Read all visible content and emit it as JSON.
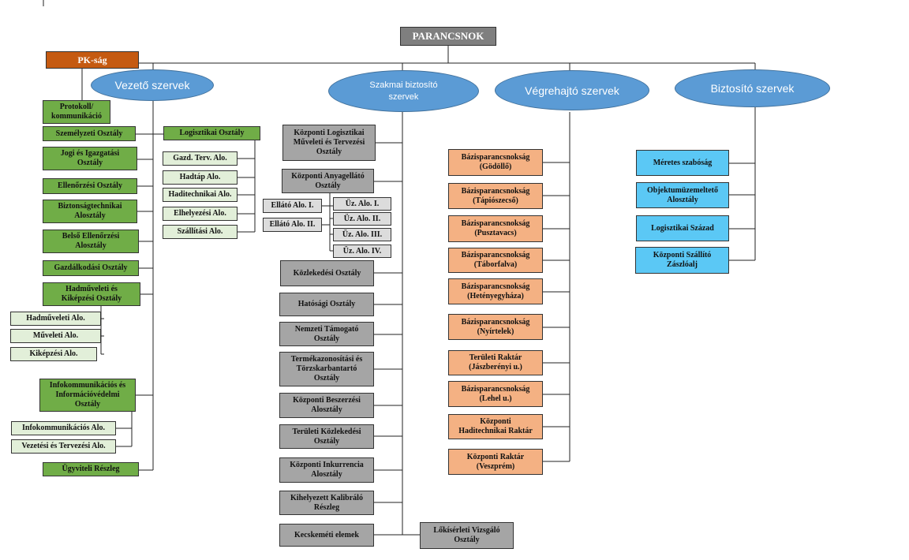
{
  "top": {
    "commander": "PARANCSNOK",
    "pk": "PK-ság"
  },
  "groups": {
    "vezeto": "Vezető szervek",
    "szakmai": "Szakmai biztosító\nszervek",
    "vegrehajto": "Végrehajtó szervek",
    "biztosito": "Biztosító szervek"
  },
  "vezeto": {
    "protokoll": "Protokoll/\nkommunikáció",
    "szemelyzeti": "Személyzeti Osztály",
    "jogi": "Jogi és Igazgatási\nOsztály",
    "ellenorzesi": "Ellenőrzési Osztály",
    "biztonsag": "Biztonságtechnikai\nAlosztály",
    "belso": "Belső Ellenőrzési\nAlosztály",
    "gazdalkodasi": "Gazdálkodási Osztály",
    "hadmuveleti": "Hadműveleti és\nKiképzési Osztály",
    "hadmuveleti_alo": "Hadműveleti Alo.",
    "muveleti_alo": "Műveleti Alo.",
    "kikepzesi_alo": "Kiképzési Alo.",
    "infokom": "Infokommunikációs és\nInformációvédelmi\nOsztály",
    "infokom_alo": "Infokommunikációs Alo.",
    "vezetesi_alo": "Vezetési és Tervezési Alo.",
    "ugyviteli": "Ügyviteli Részleg",
    "logisztikai": "Logisztikai Osztály",
    "gazd_terv": "Gazd. Terv. Alo.",
    "hadtap": "Hadtáp Alo.",
    "haditechnikai": "Haditechnikai Alo.",
    "elhelyezesi": "Elhelyezési Alo.",
    "szallitasi": "Szállítási Alo."
  },
  "szakmai": {
    "kozp_log": "Központi Logisztikai\nMűveleti és Tervezési\nOsztály",
    "kozp_anyag": "Központi Anyagellátó\nOsztály",
    "ellato1": "Ellátó Alo. I.",
    "ellato2": "Ellátó Alo. II.",
    "uz1": "Üz. Alo. I.",
    "uz2": "Üz. Alo. II.",
    "uz3": "Üz. Alo. III.",
    "uz4": "Üz. Alo. IV.",
    "kozlekedesi": "Közlekedési Osztály",
    "hatosagi": "Hatósági Osztály",
    "nemzeti": "Nemzeti Támogató\nOsztály",
    "termek": "Termékazonosítási és\nTörzskarbantartó\nOsztály",
    "beszerzesi": "Központi Beszerzési\nAlosztály",
    "teruleti_kozl": "Területi Közlekedési\nOsztály",
    "inkurrencia": "Központi Inkurrencia\nAlosztály",
    "kalibralo": "Kihelyezett Kalibráló\nRészleg",
    "kecskemeti": "Kecskeméti elemek",
    "lokiserleti": "Lőkísérleti Vizsgáló\nOsztály"
  },
  "vegrehajto": {
    "godollo": "Bázisparancsnokság\n(Gödöllő)",
    "tapioszecso": "Bázisparancsnokság\n(Tápiószecső)",
    "pusztavacs": "Bázisparancsnokság\n(Pusztavacs)",
    "taborfalva": "Bázisparancsnokság\n(Táborfalva)",
    "hetenyegyhaza": "Bázisparancsnokság\n(Hetényegyháza)",
    "nyirtelek": "Bázisparancsnokság\n(Nyírtelek)",
    "teruleti_raktar": "Területi Raktár\n(Jászberényi  u.)",
    "lehel": "Bázisparancsnokság\n(Lehel u.)",
    "haditech_raktar": "Központi\nHaditechnikai Raktár",
    "veszprem": "Központi Raktár\n(Veszprém)"
  },
  "biztosito": {
    "meretes": "Méretes szabóság",
    "objektum": "Objektumüzemeltető\nAlosztály",
    "log_szazad": "Logisztikai Század",
    "szallito": "Központi Szállító\nZászlóalj"
  },
  "colors": {
    "vezeto_box": "#70ad47",
    "vezeto_sub": "#e2efd9",
    "szakmai_box": "#a5a5a5",
    "vegrehajto_box": "#f4b183",
    "biztosito_box": "#5bc8f5",
    "ellipse": "#5b9bd5",
    "pk_box": "#c55a11",
    "commander_box": "#7f7f7f"
  }
}
